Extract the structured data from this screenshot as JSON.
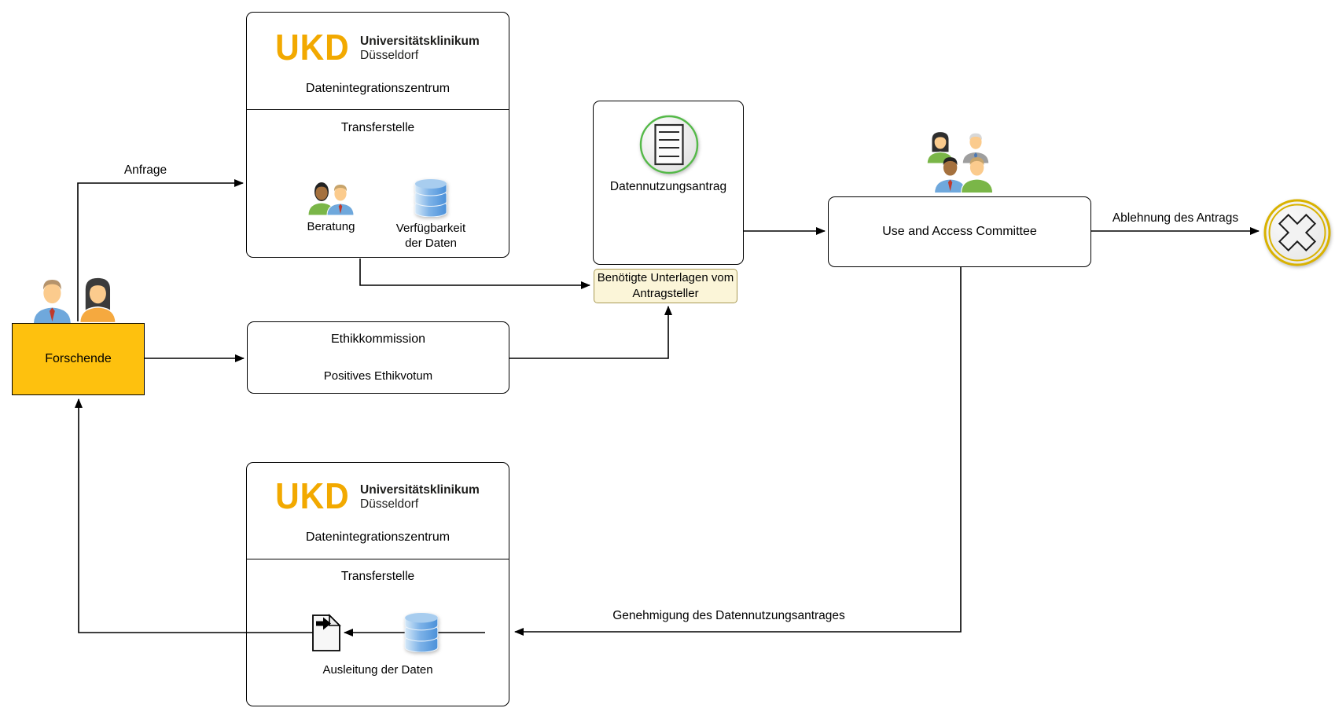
{
  "colors": {
    "gold": "#FEC10E",
    "ukd_orange": "#F2A900",
    "note_fill": "#FBF5D8",
    "note_border": "#A99A55",
    "end_gold": "#D9B200",
    "green_ring": "#54B948",
    "db_light": "#D6E9F8",
    "db_mid": "#7EB3E8",
    "db_dark": "#4A90D9",
    "line": "#000000"
  },
  "logo": {
    "abbr": "UKD",
    "line1": "Universitätsklinikum",
    "line2": "Düsseldorf"
  },
  "nodes": {
    "dic_top": {
      "title": "Datenintegrationszentrum",
      "section": "Transferstelle",
      "items": [
        {
          "label": "Beratung",
          "icon": "consulting-people-icon"
        },
        {
          "label": "Verfügbarkeit der Daten",
          "icon": "database-icon"
        }
      ]
    },
    "forschende": {
      "label": "Forschende",
      "icon": "researchers-people-icon"
    },
    "ethikkommission": {
      "title": "Ethikkommission",
      "subtitle": "Positives Ethikvotum"
    },
    "datennutzungsantrag": {
      "label": "Datennutzungsantrag",
      "icon": "document-circle-icon"
    },
    "unterlagen_note": {
      "label": "Benötigte Unterlagen vom Antragsteller"
    },
    "uac": {
      "label": "Use and Access Committee",
      "icon": "committee-people-icon"
    },
    "dic_bottom": {
      "title": "Datenintegrationszentrum",
      "section": "Transferstelle",
      "items": [
        {
          "label": "Ausleitung der Daten",
          "icon": "document-export-icon database-icon"
        }
      ]
    },
    "rejection_end": {
      "icon": "x-end-event-icon"
    }
  },
  "edges": {
    "anfrage": {
      "label": "Anfrage"
    },
    "ablehnung": {
      "label": "Ablehnung des Antrags"
    },
    "genehmigung": {
      "label": "Genehmigung des Datennutzungsantrages"
    }
  }
}
